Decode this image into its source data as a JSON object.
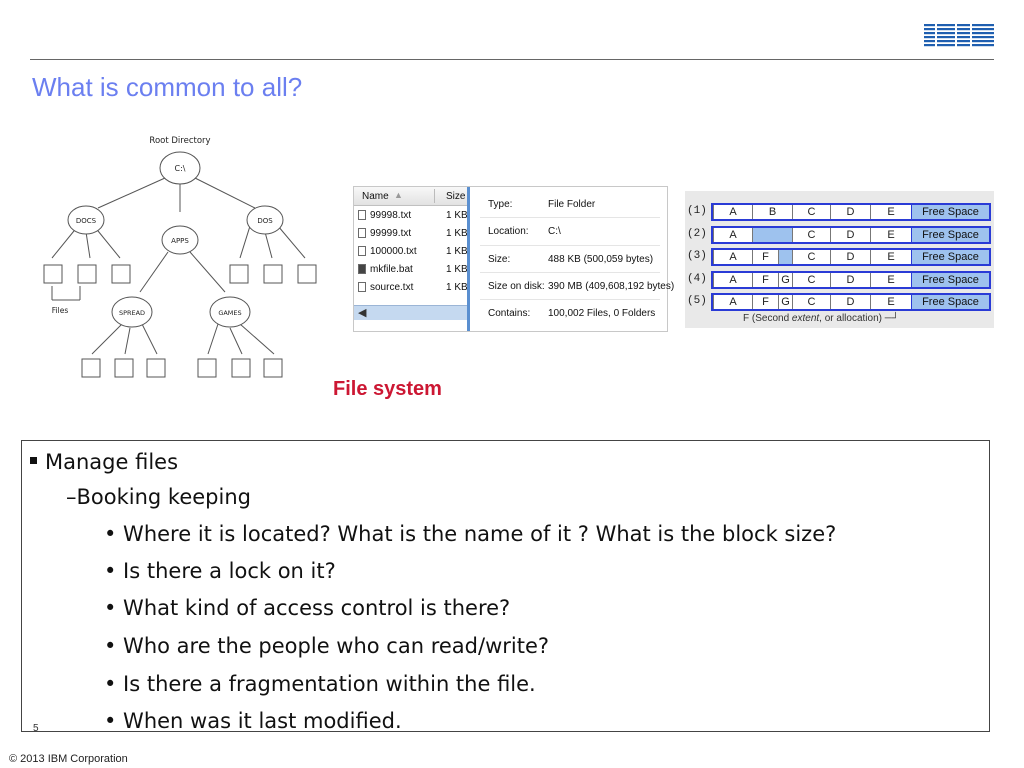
{
  "header": {
    "logo_text": "IBM",
    "title": "What is common to all?"
  },
  "tree": {
    "root_label": "Root Directory",
    "root_node": "C:\\",
    "nodes": {
      "docs": "DOCS",
      "apps": "APPS",
      "dos": "DOS",
      "spread": "SPREAD",
      "games": "GAMES"
    },
    "files_label": "Files"
  },
  "explorer": {
    "columns": {
      "name": "Name",
      "size": "Size"
    },
    "files": [
      {
        "name": "99998.txt",
        "size": "1 KB",
        "icon": "text-file-icon"
      },
      {
        "name": "99999.txt",
        "size": "1 KB",
        "icon": "text-file-icon"
      },
      {
        "name": "100000.txt",
        "size": "1 KB",
        "icon": "text-file-icon"
      },
      {
        "name": "mkfile.bat",
        "size": "1 KB",
        "icon": "batch-file-icon"
      },
      {
        "name": "source.txt",
        "size": "1 KB",
        "icon": "text-file-icon"
      }
    ],
    "properties": [
      {
        "label": "Type:",
        "value": "File Folder"
      },
      {
        "label": "Location:",
        "value": "C:\\"
      },
      {
        "label": "Size:",
        "value": "488 KB (500,059 bytes)"
      },
      {
        "label": "Size on disk:",
        "value": "390 MB (409,608,192 bytes)"
      },
      {
        "label": "Contains:",
        "value": "100,002 Files, 0 Folders"
      }
    ]
  },
  "allocation": {
    "rows": [
      {
        "index": "(1)",
        "cells": [
          "A",
          "B",
          "C",
          "D",
          "E"
        ],
        "free": "Free Space"
      },
      {
        "index": "(2)",
        "cells": [
          "A",
          "",
          "C",
          "D",
          "E"
        ],
        "free": "Free Space"
      },
      {
        "index": "(3)",
        "cells": [
          "A",
          "F",
          "",
          "C",
          "D",
          "E"
        ],
        "free": "Free Space"
      },
      {
        "index": "(4)",
        "cells": [
          "A",
          "F",
          "G",
          "C",
          "D",
          "E"
        ],
        "free": "Free Space"
      },
      {
        "index": "(5)",
        "cells": [
          "A",
          "F",
          "G",
          "C",
          "D",
          "E"
        ],
        "free": "Free Space"
      }
    ],
    "caption_prefix": "F (Second ",
    "caption_em": "extent",
    "caption_suffix": ", or allocation)"
  },
  "fs_label": "File system",
  "content": {
    "level1": "Manage files",
    "level2": "–Booking keeping",
    "level3": [
      "• Where it is located? What is the name of it ? What is the block size?",
      "• Is there a lock on it?",
      "• What kind of access control is there?",
      "• Who are the people who can read/write?",
      "• Is there a fragmentation within the file.",
      "• When was it last modified."
    ]
  },
  "footer": {
    "slide_number": "5",
    "copyright": "© 2013 IBM Corporation"
  },
  "colors": {
    "title": "#6b7ff0",
    "logo": "#1f5fb0",
    "fs_label": "#cc1733",
    "allocation_frame": "#2a3bd6",
    "allocation_fill": "#9ec2ee"
  }
}
